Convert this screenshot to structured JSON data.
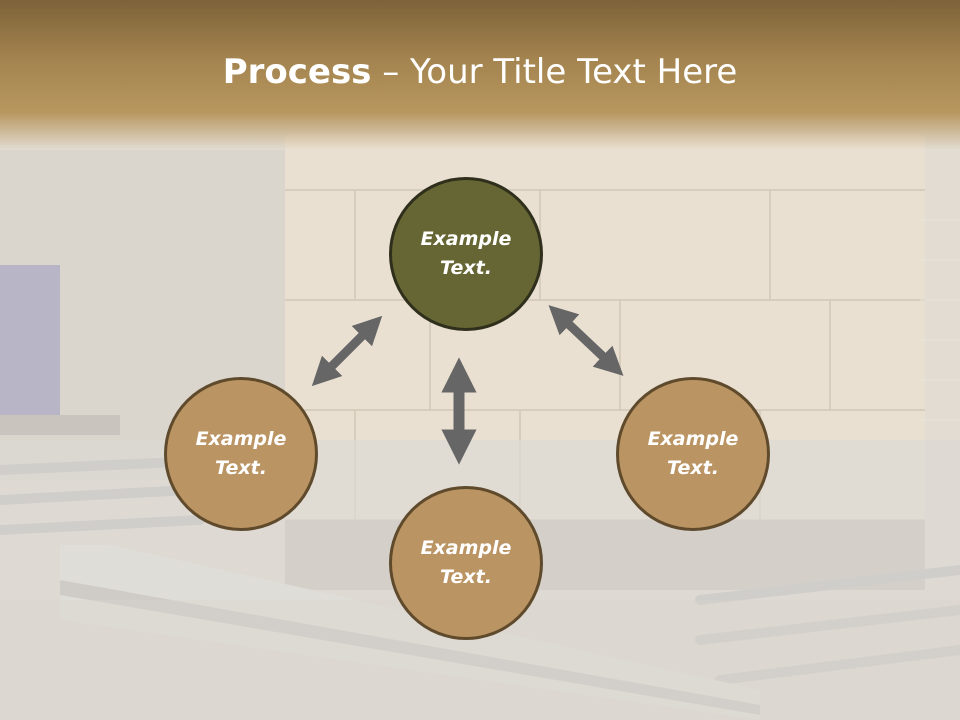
{
  "title": {
    "bold": "Process",
    "rest": " – Your Title Text Here"
  },
  "nodes": {
    "top": "Example Text.",
    "left": "Example Text.",
    "right": "Example Text.",
    "bottom": "Example Text."
  },
  "colors": {
    "title_bar": "#a4844f",
    "node_highlight": "#656633",
    "node_default": "#bb9463",
    "arrow": "#666666"
  }
}
